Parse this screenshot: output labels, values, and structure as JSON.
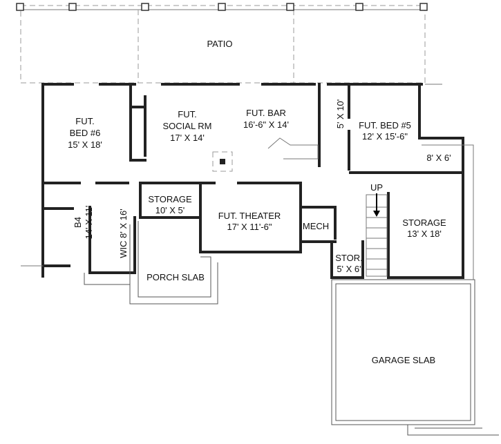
{
  "rooms": {
    "patio": {
      "name": "PATIO"
    },
    "bed6": {
      "line1": "FUT.",
      "line2": "BED #6",
      "dims": "15' X 18'"
    },
    "social": {
      "line1": "FUT.",
      "line2": "SOCIAL RM",
      "dims": "17' X 14'"
    },
    "bar": {
      "name": "FUT. BAR",
      "dims": "16'-6\" X 14'"
    },
    "bath5": {
      "dims": "5' X 10'"
    },
    "bed5": {
      "name": "FUT. BED #5",
      "dims": "12' X 15'-6\""
    },
    "closet5": {
      "dims": "8' X 6'"
    },
    "storage1": {
      "name": "STORAGE",
      "dims": "10' X 5'"
    },
    "theater": {
      "name": "FUT. THEATER",
      "dims": "17' X 11'-6\""
    },
    "mech": {
      "name": "MECH"
    },
    "b4": {
      "name": "B4",
      "dims": "14' X 11'"
    },
    "wic": {
      "name": "WIC 8' X 16'"
    },
    "stair": {
      "label": "UP"
    },
    "storage2": {
      "name": "STORAGE",
      "dims": "13' X 18'"
    },
    "stor": {
      "name": "STOR.",
      "dims": "5' X 6'"
    },
    "porch": {
      "name": "PORCH SLAB"
    },
    "garage": {
      "name": "GARAGE SLAB"
    }
  }
}
